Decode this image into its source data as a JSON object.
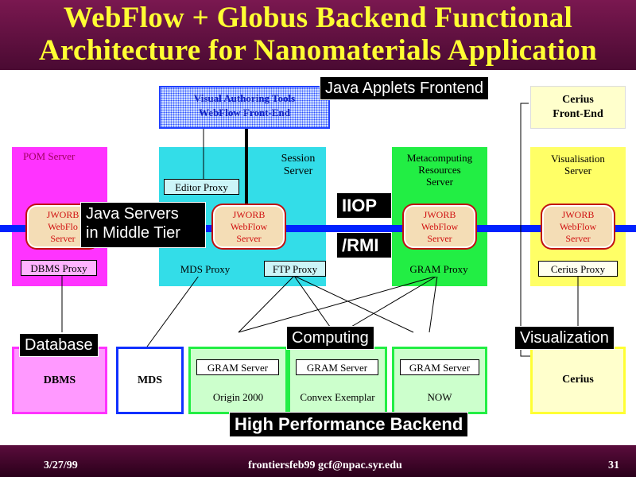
{
  "title": {
    "line1": "WebFlow + Globus Backend Functional",
    "line2": "Architecture for Nanomaterials Application"
  },
  "frontend": {
    "visual_tools_line1": "Visual  Authoring  Tools",
    "visual_tools_line2": "WebFlow   Front-End",
    "cerius_line1": "Cerius",
    "cerius_line2": "Front-End"
  },
  "servers": {
    "pom": "POM Server",
    "session_line1": "Session",
    "session_line2": "Server",
    "meta_line1": "Metacomputing",
    "meta_line2": "Resources",
    "meta_line3": "Server",
    "vis_line1": "Visualisation",
    "vis_line2": "Server"
  },
  "jworb": {
    "line1": "JWORB",
    "line2": "WebFlow",
    "line3": "Server",
    "pom_line1": "JWORB",
    "pom_line2": "WebFlo",
    "pom_line3": "Server"
  },
  "proxies": {
    "editor": "Editor   Proxy",
    "dbms": "DBMS Proxy",
    "mds": "MDS  Proxy",
    "ftp": "FTP  Proxy",
    "gram": "GRAM  Proxy",
    "cerius": "Cerius   Proxy"
  },
  "backend": {
    "dbms": "DBMS",
    "mds": "MDS",
    "gram_server": "GRAM Server",
    "origin": "Origin   2000",
    "convex": "Convex   Exemplar",
    "now": "NOW",
    "cerius": "Cerius"
  },
  "callouts": {
    "java_applets": "Java Applets Frontend",
    "java_servers_line1": "Java Servers",
    "java_servers_line2": "in Middle Tier",
    "iiop": "IIOP",
    "rmi": "/RMI",
    "database": "Database",
    "computing": "Computing",
    "visualization": "Visualization",
    "high_perf": "High Performance Backend"
  },
  "footer": {
    "date": "3/27/99",
    "center": "frontiersfeb99     gcf@npac.syr.edu",
    "page": "31"
  },
  "colors": {
    "magenta": "#ff33ff",
    "cyan": "#33dde8",
    "green": "#22ee44",
    "yellow": "#ffff66",
    "bus_blue": "#0022ff",
    "title_yellow": "#ffff33"
  }
}
